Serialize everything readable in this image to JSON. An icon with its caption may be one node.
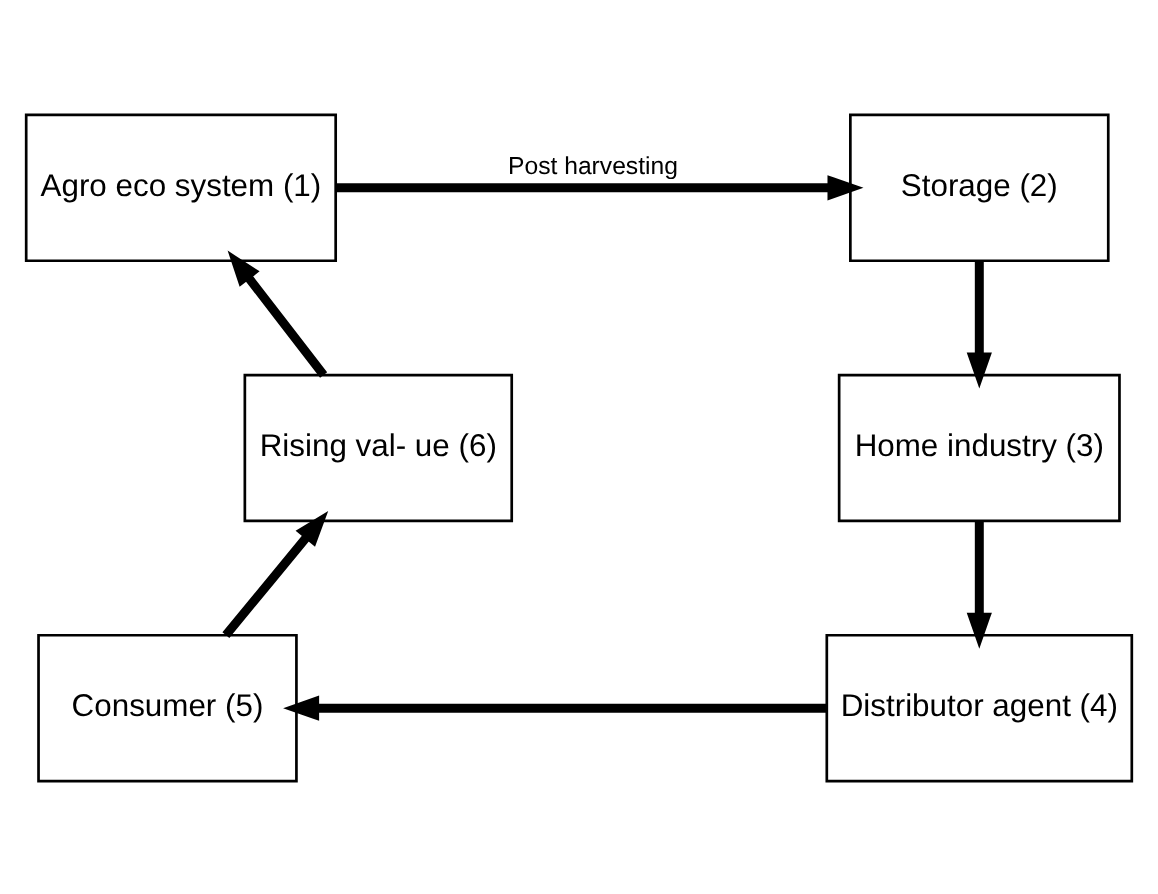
{
  "diagram": {
    "nodes": [
      {
        "text": [
          "Agro eco system (1)"
        ]
      },
      {
        "text": [
          "Storage (2)"
        ]
      },
      {
        "text": [
          "Home industry (3)"
        ]
      },
      {
        "text": [
          "Distributor agent (4)"
        ]
      },
      {
        "text": [
          "Consumer (5)"
        ]
      },
      {
        "text": [
          "Rising val- ue (6)"
        ]
      }
    ],
    "edges": [
      {
        "from": 0,
        "to": 1,
        "arrow": "to",
        "label": "Post harvesting"
      },
      {
        "from": 1,
        "to": 2,
        "arrow": "to"
      },
      {
        "from": 2,
        "to": 3,
        "arrow": "to"
      },
      {
        "from": 3,
        "to": 4,
        "arrow": "to"
      },
      {
        "from": 4,
        "to": 5,
        "arrow": "to"
      },
      {
        "from": 5,
        "to": 0,
        "arrow": "to"
      }
    ]
  }
}
